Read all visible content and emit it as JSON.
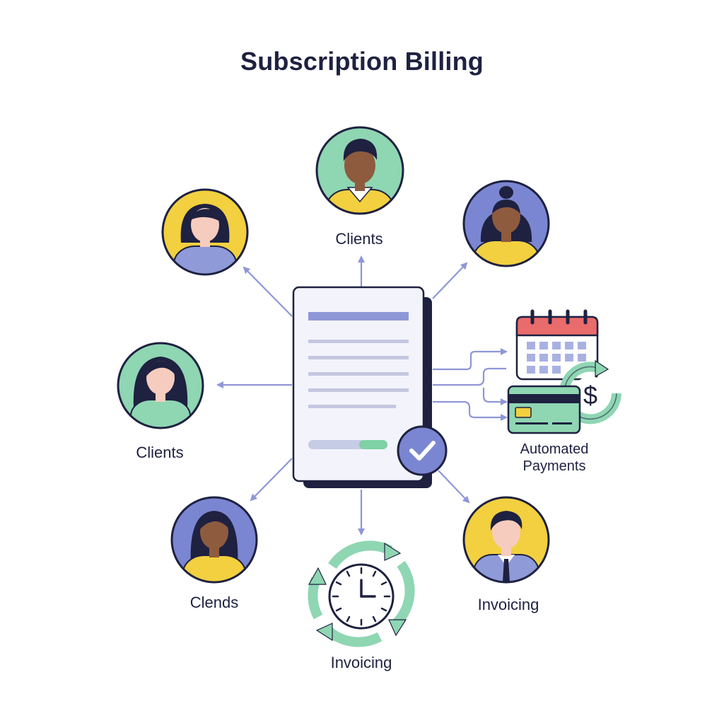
{
  "title": "Subscription Billing",
  "labels": {
    "clients_top": "Clients",
    "clients_left": "Clients",
    "clends": "Clends",
    "invoicing_bottom": "Invoicing",
    "invoicing_right": "Invoicing",
    "automated_line1": "Automated",
    "automated_line2": "Payments"
  },
  "currency_symbol": "$",
  "colors": {
    "navy": "#1e2140",
    "periwinkle": "#7b86d2",
    "mint": "#8fd6b3",
    "yellow": "#f2d03f",
    "calendar_red": "#ea6b6b",
    "green_accent": "#6fc79b",
    "arrow": "#8e97d6"
  },
  "icons": [
    "document-icon",
    "checkmark-badge-icon",
    "calendar-icon",
    "credit-card-icon",
    "dollar-cycle-icon",
    "clock-cycle-icon",
    "avatar-icon"
  ]
}
